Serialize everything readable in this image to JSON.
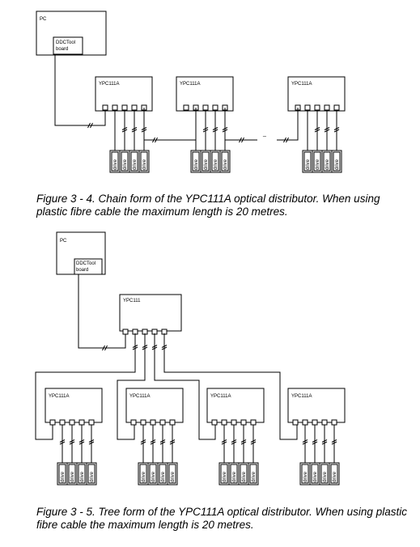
{
  "figure1": {
    "pc_label": "PC",
    "board_label": [
      "DDCTool",
      "board"
    ],
    "distributors": [
      "YPC111A",
      "YPC111A",
      "YPC111A"
    ],
    "continuation": "_",
    "drive_label": "drive",
    "caption": "Figure 3 - 4. Chain form of the YPC111A optical distributor. When using plastic fibre cable the maximum length is 20 metres."
  },
  "figure2": {
    "pc_label": "PC",
    "board_label": [
      "DDCTool",
      "board"
    ],
    "hub_label": "YPC111",
    "distributors": [
      "YPC111A",
      "YPC111A",
      "YPC111A",
      "YPC111A"
    ],
    "drive_label": "drive",
    "caption": "Figure 3 - 5. Tree form of the YPC111A optical distributor. When using plastic fibre cable the maximum length is 20 metres."
  }
}
